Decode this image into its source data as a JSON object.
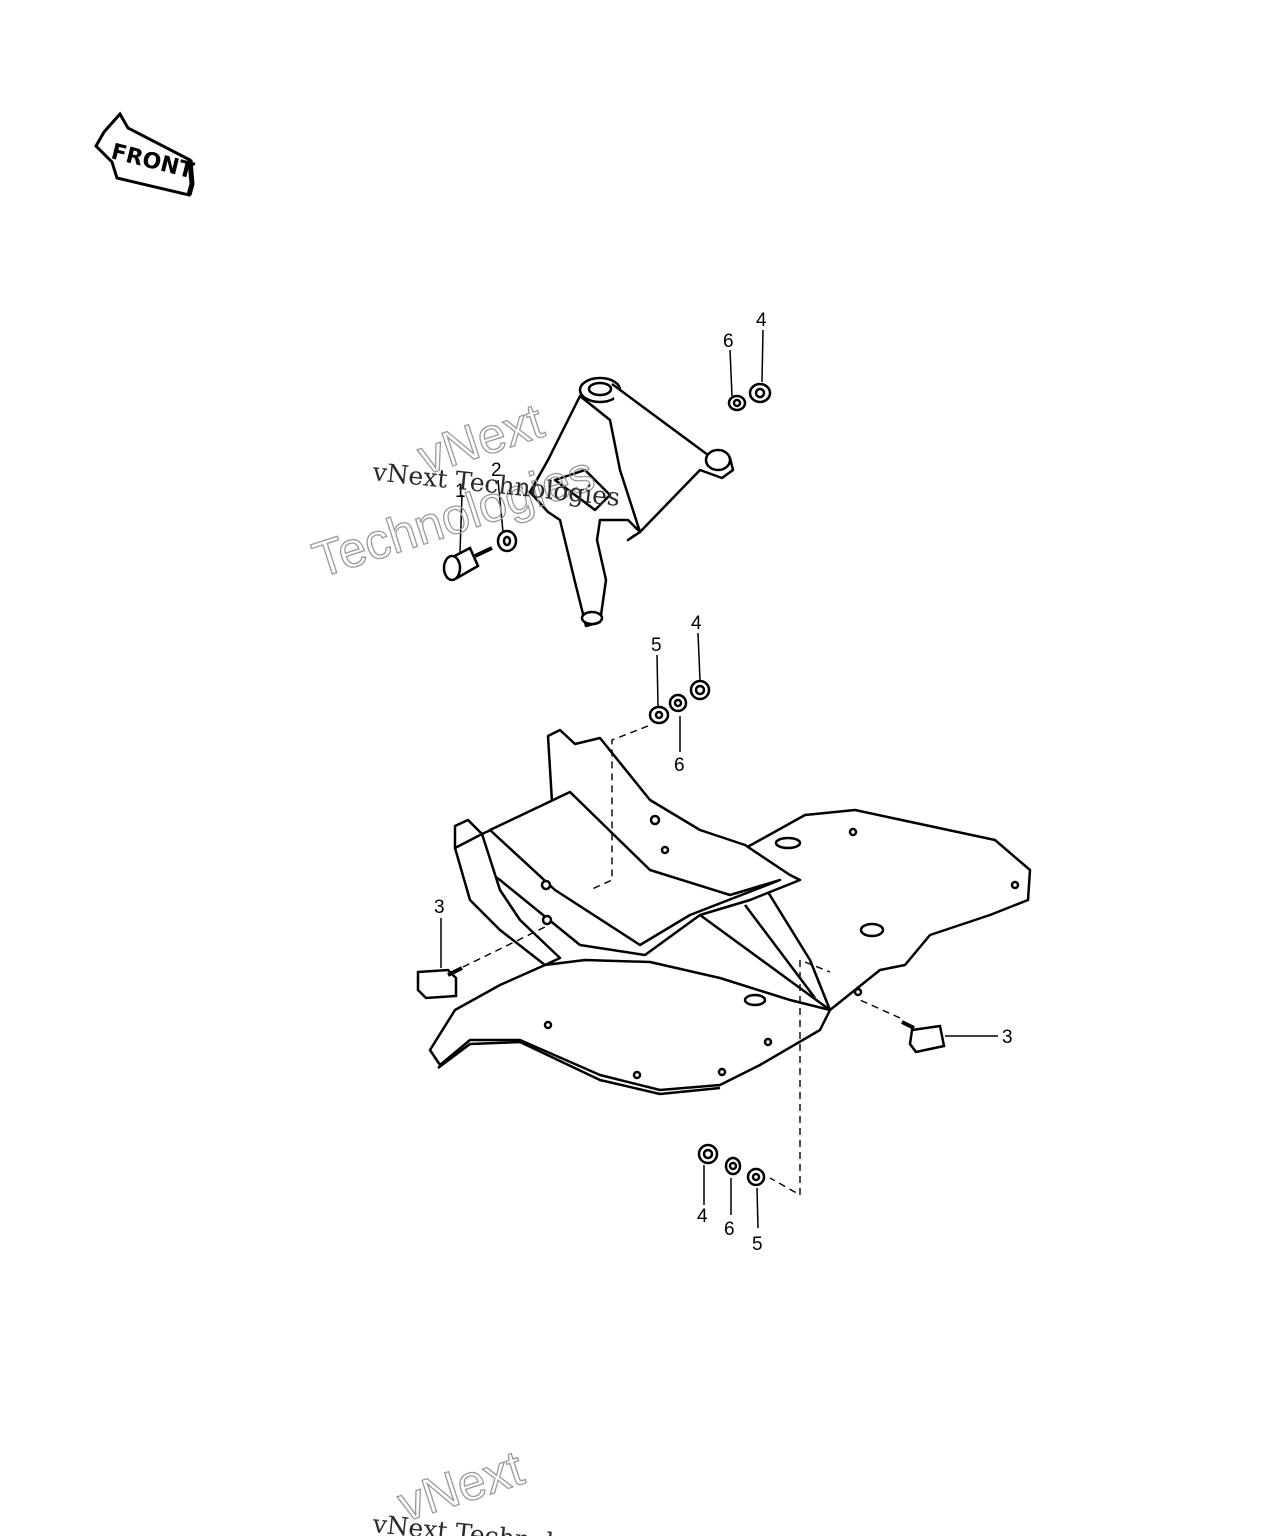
{
  "front_label": "FRONT",
  "watermark": {
    "line1": "vNext",
    "line2": "Technologies",
    "serif": "vNext Technologies"
  },
  "callouts": [
    {
      "id": "upper-6",
      "text": "6"
    },
    {
      "id": "upper-4",
      "text": "4"
    },
    {
      "id": "upper-2",
      "text": "2"
    },
    {
      "id": "upper-1",
      "text": "1"
    },
    {
      "id": "mid-5",
      "text": "5"
    },
    {
      "id": "mid-4",
      "text": "4"
    },
    {
      "id": "mid-6",
      "text": "6"
    },
    {
      "id": "left-3",
      "text": "3"
    },
    {
      "id": "right-3",
      "text": "3"
    },
    {
      "id": "lower-4",
      "text": "4"
    },
    {
      "id": "lower-6",
      "text": "6"
    },
    {
      "id": "lower-5",
      "text": "5"
    }
  ]
}
